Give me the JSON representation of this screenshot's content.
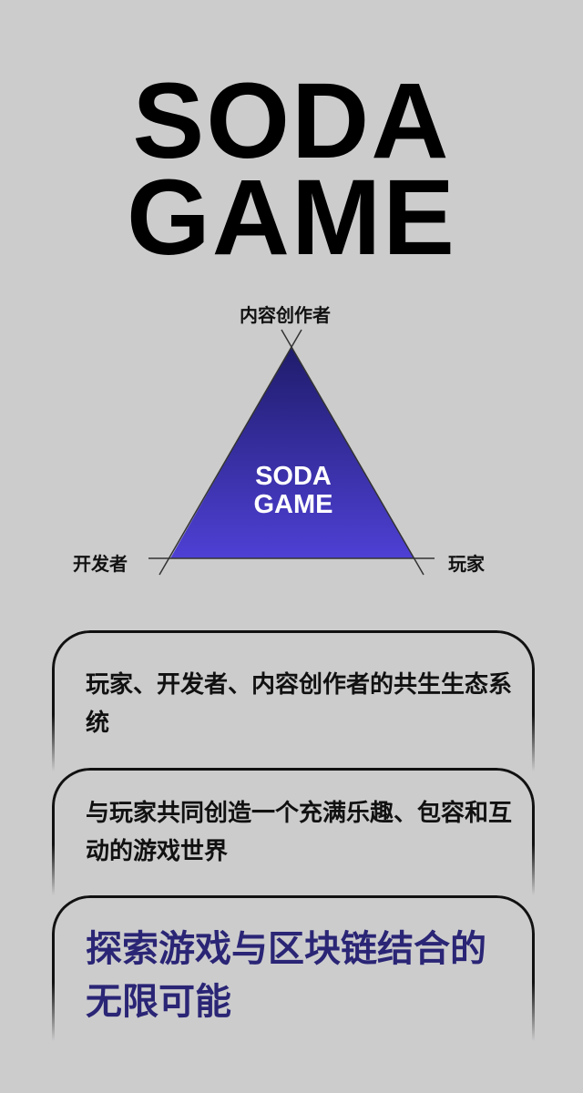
{
  "logo": {
    "line1": "SODA",
    "line2": "GAME"
  },
  "diagram": {
    "center_line1": "SODA",
    "center_line2": "GAME",
    "top": "内容创作者",
    "left": "开发者",
    "right": "玩家",
    "gradient": [
      "#1f1c6b",
      "#4e40d4"
    ]
  },
  "cards": [
    {
      "text": "玩家、开发者、内容创作者的共生生态系统"
    },
    {
      "text": "与玩家共同创造一个充满乐趣、包容和互动的游戏世界"
    },
    {
      "text": "探索游戏与区块链结合的无限可能"
    }
  ]
}
